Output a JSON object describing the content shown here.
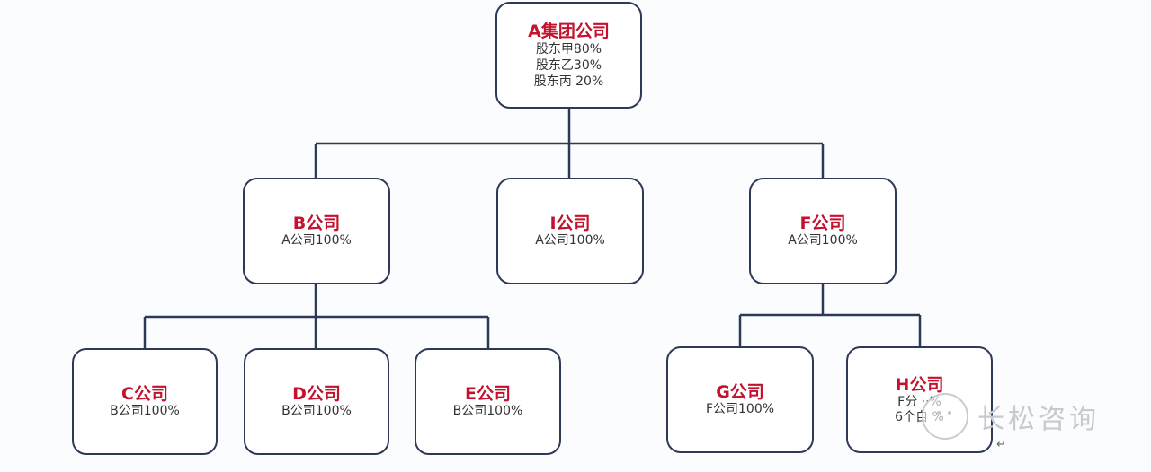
{
  "org_chart": {
    "root": {
      "title": "A集团公司",
      "lines": [
        "股东甲80%",
        "股东乙30%",
        "股东丙 20%"
      ]
    },
    "level1": [
      {
        "id": "b",
        "title": "B公司",
        "lines": [
          "A公司100%"
        ]
      },
      {
        "id": "i",
        "title": "I公司",
        "lines": [
          "A公司100%"
        ]
      },
      {
        "id": "f",
        "title": "F公司",
        "lines": [
          "A公司100%"
        ]
      }
    ],
    "level2": [
      {
        "id": "c",
        "parent": "b",
        "title": "C公司",
        "lines": [
          "B公司100%"
        ]
      },
      {
        "id": "d",
        "parent": "b",
        "title": "D公司",
        "lines": [
          "B公司100%"
        ]
      },
      {
        "id": "e",
        "parent": "b",
        "title": "E公司",
        "lines": [
          "B公司100%"
        ]
      },
      {
        "id": "g",
        "parent": "f",
        "title": "G公司",
        "lines": [
          "F公司100%"
        ]
      },
      {
        "id": "h",
        "parent": "f",
        "title": "H公司",
        "lines": [
          "F分 ··%",
          "6个自 %"
        ]
      }
    ]
  },
  "watermark": {
    "text": "长松咨询",
    "icon": "smiley-face-icon"
  },
  "colors": {
    "title_red": "#c4112d",
    "border": "#2c3a57",
    "connector": "#2c3a57",
    "text": "#333333"
  },
  "misc": {
    "return_mark": "↵"
  }
}
